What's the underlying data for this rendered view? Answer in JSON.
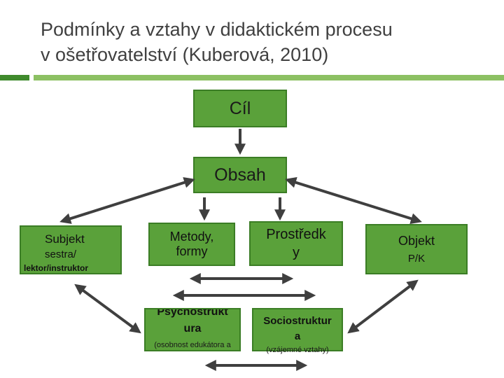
{
  "title": {
    "line1": "Podmínky a vztahy v didaktickém procesu",
    "line2": "v ošetřovatelství (Kuberová, 2010)"
  },
  "nodes": {
    "cil": "Cíl",
    "obsah": "Obsah",
    "subjekt": {
      "label": "Subjekt",
      "line2": "sestra/",
      "line3": "lektor/instruktor"
    },
    "metody": "Metody, formy",
    "prostredky": "Prostředk y",
    "objekt": {
      "label": "Objekt",
      "sub": "P/K"
    },
    "psychostruktura": {
      "label": "Psychostrukt ura",
      "sub": "(osobnost edukátora a edukanta)"
    },
    "sociostruktura": {
      "label": "Sociostruktur a",
      "sub": "(vzájemné vztahy)"
    }
  },
  "colors": {
    "box_fill": "#5aa13a",
    "box_border": "#3b7d25",
    "arrow": "#3f3f3f",
    "accent_dark": "#3f8a2c",
    "accent_light": "#8cc063"
  }
}
